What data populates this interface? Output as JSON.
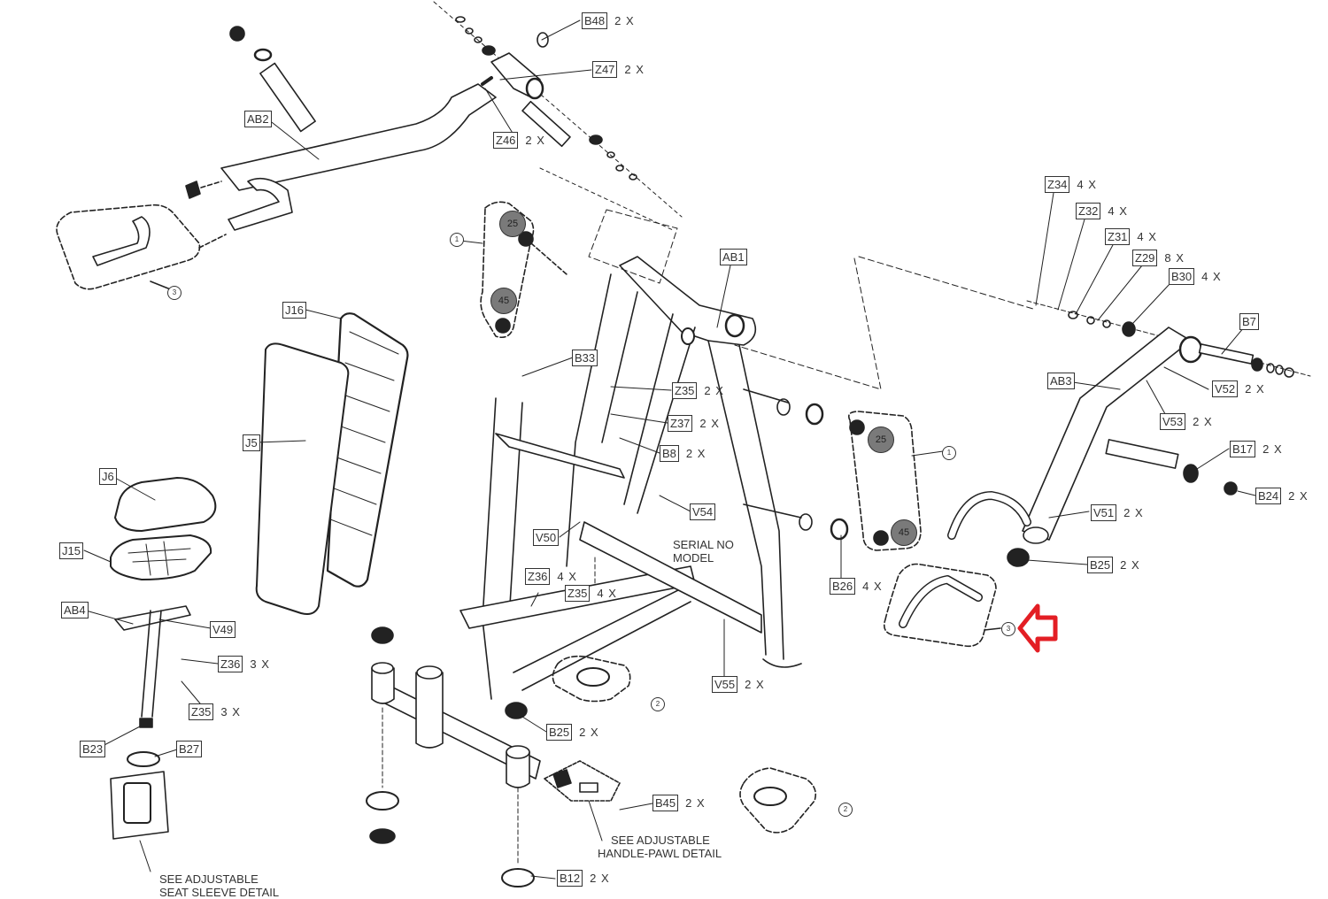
{
  "diagram": {
    "type": "exploded-parts-diagram",
    "part_labels": [
      {
        "id": "AB2",
        "qty": ""
      },
      {
        "id": "B48",
        "qty": "2 X"
      },
      {
        "id": "Z47",
        "qty": "2 X"
      },
      {
        "id": "Z46",
        "qty": "2 X"
      },
      {
        "id": "AB1",
        "qty": ""
      },
      {
        "id": "J16",
        "qty": ""
      },
      {
        "id": "J5",
        "qty": ""
      },
      {
        "id": "J6",
        "qty": ""
      },
      {
        "id": "J15",
        "qty": ""
      },
      {
        "id": "AB4",
        "qty": ""
      },
      {
        "id": "V49",
        "qty": ""
      },
      {
        "id": "Z36",
        "qty": "3 X"
      },
      {
        "id": "Z35",
        "qty": "3 X"
      },
      {
        "id": "B23",
        "qty": ""
      },
      {
        "id": "B27",
        "qty": ""
      },
      {
        "id": "B33",
        "qty": ""
      },
      {
        "id": "Z35",
        "qty": "2 X"
      },
      {
        "id": "Z37",
        "qty": "2 X"
      },
      {
        "id": "B8",
        "qty": "2 X"
      },
      {
        "id": "V54",
        "qty": ""
      },
      {
        "id": "V50",
        "qty": ""
      },
      {
        "id": "Z36",
        "qty": "4 X"
      },
      {
        "id": "Z35",
        "qty": "4 X"
      },
      {
        "id": "V55",
        "qty": "2 X"
      },
      {
        "id": "B25",
        "qty": "2 X"
      },
      {
        "id": "B45",
        "qty": "2 X"
      },
      {
        "id": "B12",
        "qty": "2 X"
      },
      {
        "id": "B26",
        "qty": "4 X"
      },
      {
        "id": "Z34",
        "qty": "4 X"
      },
      {
        "id": "Z32",
        "qty": "4 X"
      },
      {
        "id": "Z31",
        "qty": "4 X"
      },
      {
        "id": "Z29",
        "qty": "8 X"
      },
      {
        "id": "B30",
        "qty": "4 X"
      },
      {
        "id": "B7",
        "qty": ""
      },
      {
        "id": "AB3",
        "qty": ""
      },
      {
        "id": "V52",
        "qty": "2 X"
      },
      {
        "id": "V53",
        "qty": "2 X"
      },
      {
        "id": "B17",
        "qty": "2 X"
      },
      {
        "id": "B24",
        "qty": "2 X"
      },
      {
        "id": "V51",
        "qty": "2 X"
      },
      {
        "id": "B25",
        "qty": "2 X"
      }
    ],
    "weight_discs": [
      "25",
      "45",
      "25",
      "45"
    ],
    "callouts": [
      "3",
      "1",
      "1",
      "2",
      "2",
      "3"
    ],
    "notes": {
      "serial_line1": "SERIAL NO",
      "serial_line2": "MODEL",
      "seat_sleeve_line1": "SEE ADJUSTABLE",
      "seat_sleeve_line2": "SEAT SLEEVE DETAIL",
      "handle_pawl_line1": "SEE ADJUSTABLE",
      "handle_pawl_line2": "HANDLE-PAWL DETAIL"
    },
    "highlight": {
      "icon": "arrow-left-outline",
      "color": "#e31e24",
      "points_to_callout": "3"
    }
  }
}
